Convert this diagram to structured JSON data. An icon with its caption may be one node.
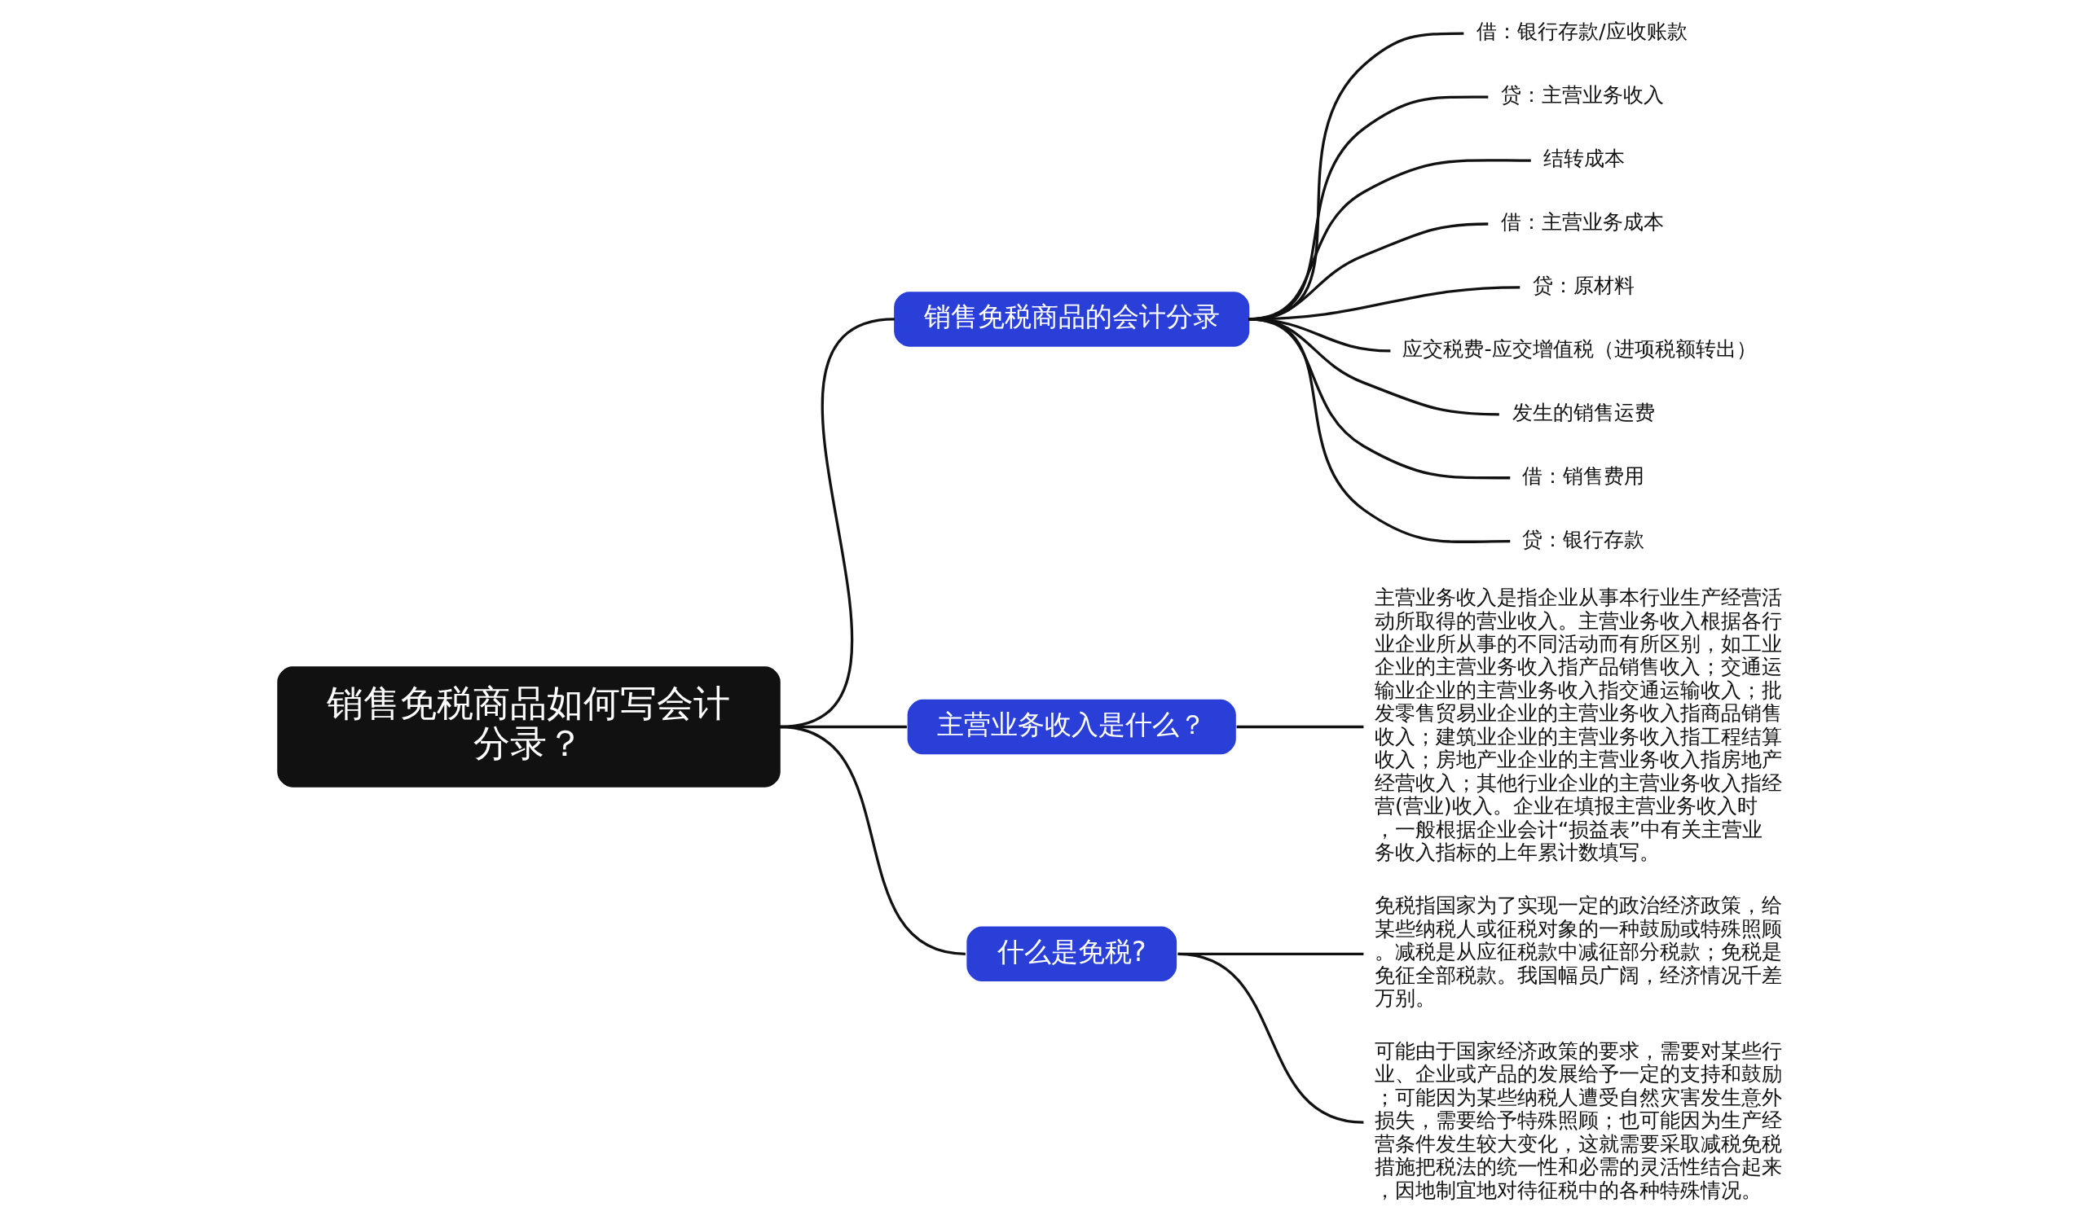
{
  "diagram": {
    "nodes": [
      {
        "text": [
          "销售免税商品如何写会计分录？"
        ]
      },
      {
        "text": [
          "销售免税商品的会计分录"
        ]
      },
      {
        "text": [
          "借：银行存款/应收账款"
        ]
      },
      {
        "text": [
          "贷：主营业务收入"
        ]
      },
      {
        "text": [
          "结转成本"
        ]
      },
      {
        "text": [
          "借：主营业务成本"
        ]
      },
      {
        "text": [
          "贷：原材料"
        ]
      },
      {
        "text": [
          "应交税费-应交增值税（进项税额转出）"
        ]
      },
      {
        "text": [
          "发生的销售运费"
        ]
      },
      {
        "text": [
          "借：销售费用"
        ]
      },
      {
        "text": [
          "贷：银行存款"
        ]
      },
      {
        "text": [
          "主营业务收入是什么？"
        ]
      },
      {
        "text": [
          "主营业务收入是指企业从事本行业生产经营活动所取得的营业收入。主营业务收入根据各行业企业所从事的不同活动而有所区别，如工业企业的主营业务收入指产品销售收入；交通运输业企业的主营业务收入指交通运输收入；批发零售贸易业企业的主营业务收入指商品销售收入；建筑业企业的主营业务收入指工程结算收入；房地产业企业的主营业务收入指房地产经营收入；其他行业企业的主营业务收入指经营(营业)收入。企业在填报主营业务收入时，一般根据企业会计“损益表”中有关主营业务收入指标的上年累计数填写。"
        ]
      },
      {
        "text": [
          "什么是免税?"
        ]
      },
      {
        "text": [
          "免税指国家为了实现一定的政治经济政策，给某些纳税人或征税对象的一种鼓励或特殊照顾。减税是从应征税款中减征部分税款；免税是免征全部税款。我国幅员广阔，经济情况千差万别。"
        ]
      },
      {
        "text": [
          "可能由于国家经济政策的要求，需要对某些行业、企业或产品的发展给予一定的支持和鼓励；可能因为某些纳税人遭受自然灾害发生意外损失，需要给予特殊照顾；也可能因为生产经营条件发生较大变化，这就需要采取减税免税措施把税法的统一性和必需的灵活性结合起来，因地制宜地对待征税中的各种特殊情况。"
        ]
      }
    ],
    "edges": [
      {
        "from": 0,
        "to": 1,
        "arrow": "none"
      },
      {
        "from": 1,
        "to": 2,
        "arrow": "none"
      },
      {
        "from": 1,
        "to": 3,
        "arrow": "none"
      },
      {
        "from": 1,
        "to": 4,
        "arrow": "none"
      },
      {
        "from": 1,
        "to": 5,
        "arrow": "none"
      },
      {
        "from": 1,
        "to": 6,
        "arrow": "none"
      },
      {
        "from": 1,
        "to": 7,
        "arrow": "none"
      },
      {
        "from": 1,
        "to": 8,
        "arrow": "none"
      },
      {
        "from": 1,
        "to": 9,
        "arrow": "none"
      },
      {
        "from": 1,
        "to": 10,
        "arrow": "none"
      },
      {
        "from": 0,
        "to": 11,
        "arrow": "none"
      },
      {
        "from": 11,
        "to": 12,
        "arrow": "none"
      },
      {
        "from": 0,
        "to": 13,
        "arrow": "none"
      },
      {
        "from": 13,
        "to": 14,
        "arrow": "none"
      },
      {
        "from": 13,
        "to": 15,
        "arrow": "none"
      }
    ]
  }
}
